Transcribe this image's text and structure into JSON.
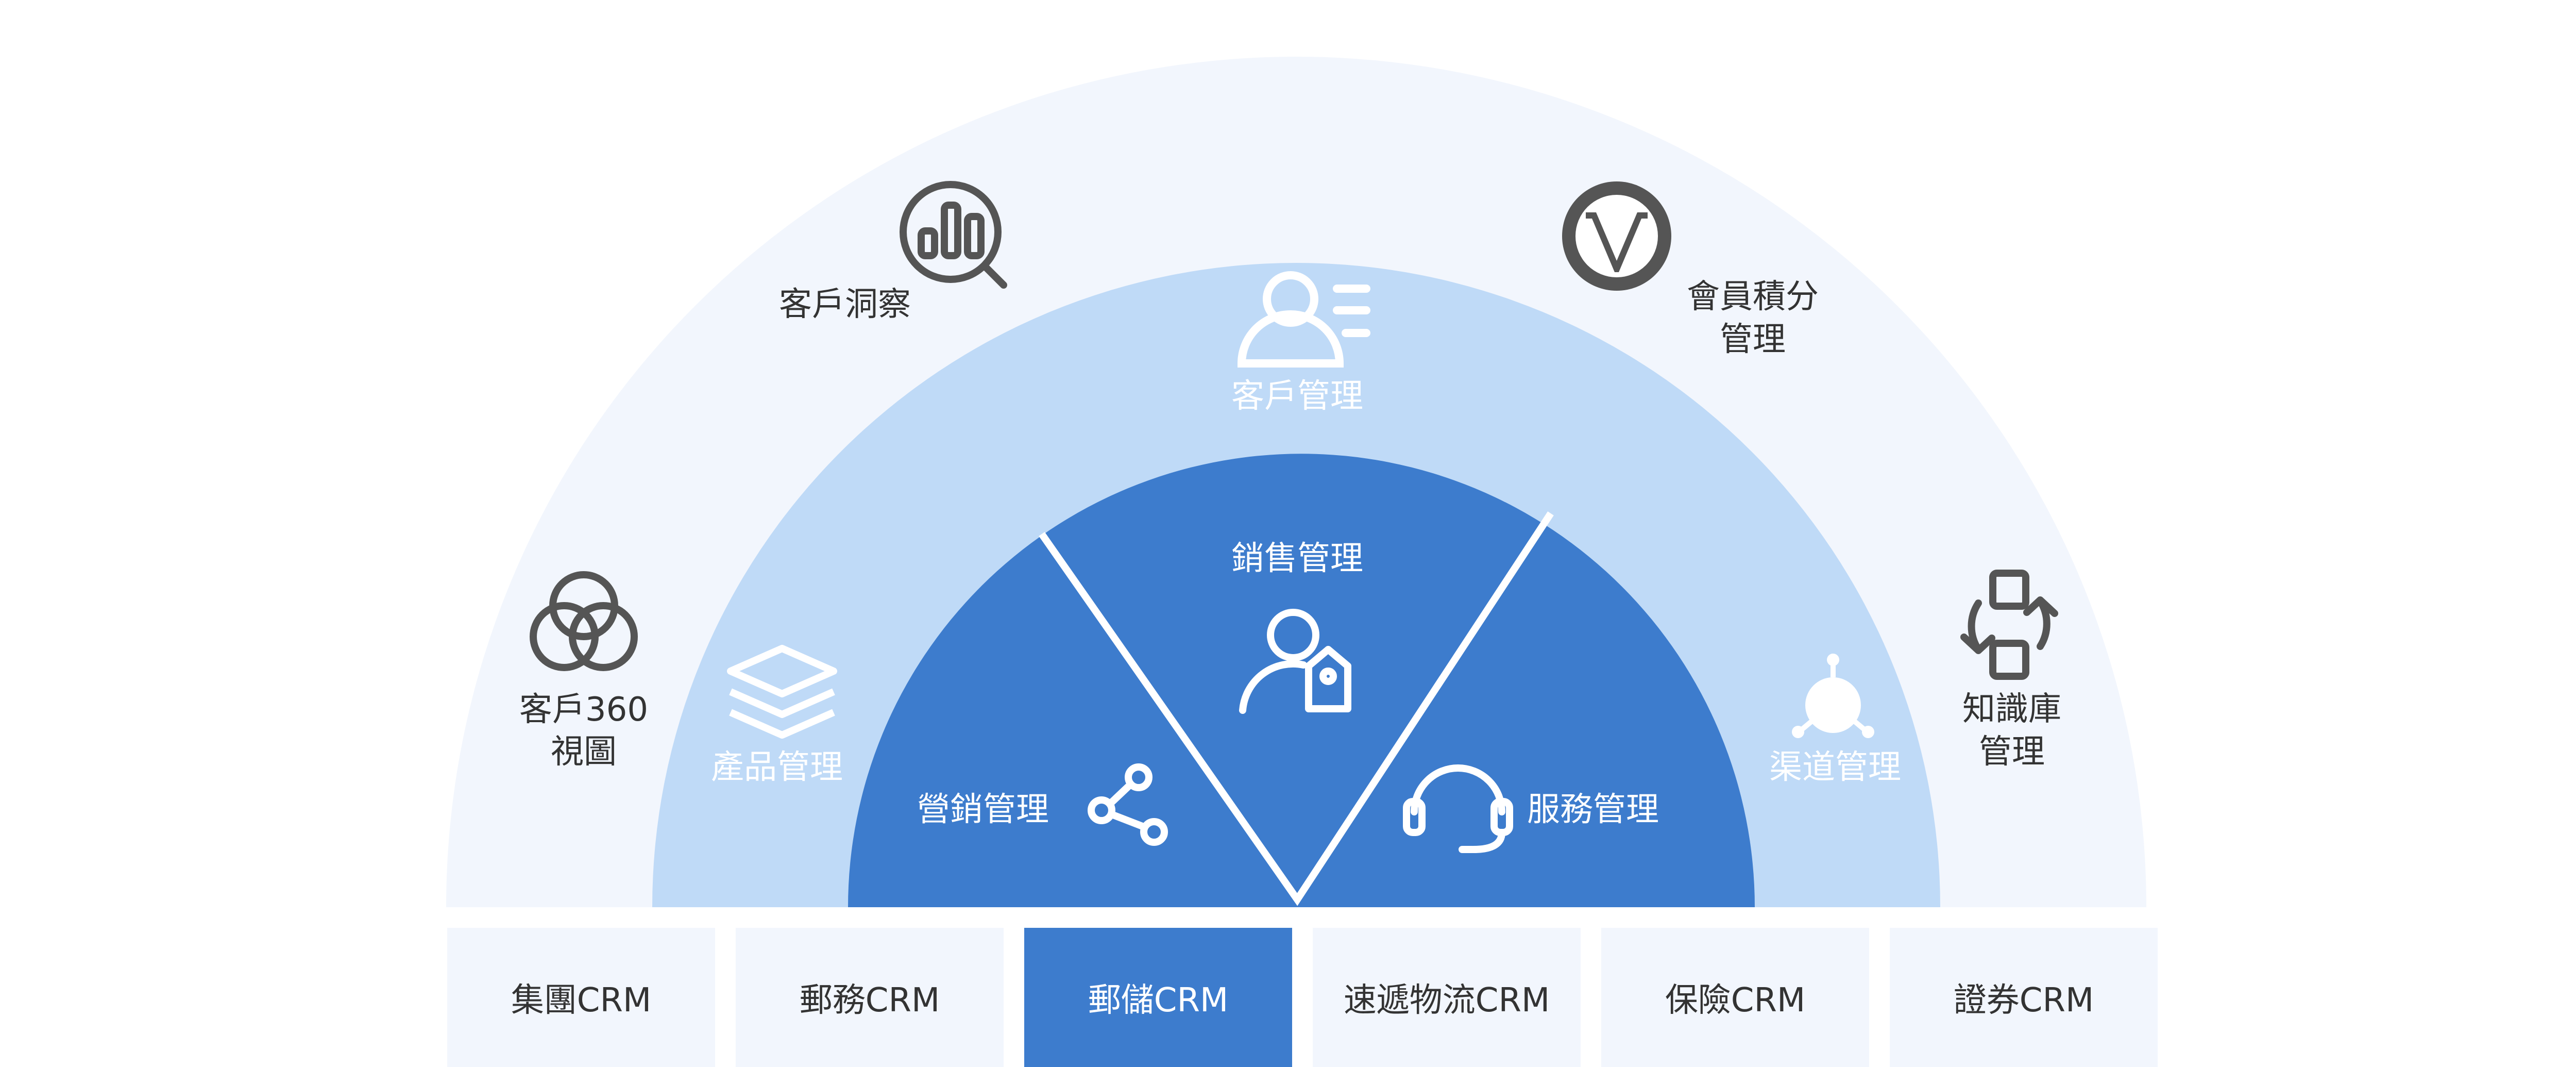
{
  "outer_items": {
    "insight": "客戶洞察",
    "view360_line1": "客戶360",
    "view360_line2": "視圖",
    "points_line1": "會員積分",
    "points_line2": "管理",
    "knowledge_line1": "知識庫",
    "knowledge_line2": "管理"
  },
  "middle_items": {
    "customer": "客戶管理",
    "product": "產品管理",
    "channel": "渠道管理"
  },
  "inner_items": {
    "sales": "銷售管理",
    "marketing": "營銷管理",
    "service": "服務管理"
  },
  "tabs": [
    {
      "label": "集團CRM"
    },
    {
      "label": "郵務CRM"
    },
    {
      "label": "郵儲CRM"
    },
    {
      "label": "速遞物流CRM"
    },
    {
      "label": "保險CRM"
    },
    {
      "label": "證券CRM"
    }
  ],
  "active_tab_index": 2,
  "colors": {
    "outer_ring": "#f2f6fd",
    "middle_ring": "#bfdaf7",
    "inner_ring": "#3d7ccd",
    "tab_bg": "#f2f6fd",
    "tab_active": "#3d7ccd",
    "icon_gray": "#555555"
  }
}
